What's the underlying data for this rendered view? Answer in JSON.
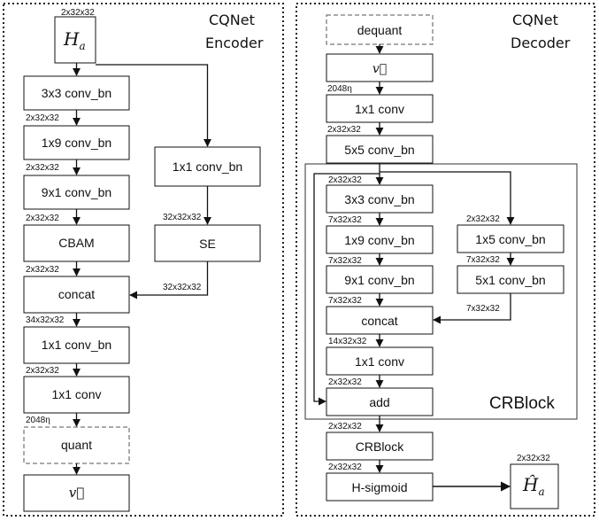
{
  "encoder": {
    "title_line1": "CQNet",
    "title_line2": "Encoder",
    "input": {
      "symbol": "H",
      "subscript": "a",
      "dims": "2x32x32"
    },
    "main_path": [
      {
        "label": "3x3 conv_bn",
        "dims_after": "2x32x32"
      },
      {
        "label": "1x9 conv_bn",
        "dims_after": "2x32x32"
      },
      {
        "label": "9x1 conv_bn",
        "dims_after": "2x32x32"
      },
      {
        "label": "CBAM",
        "dims_after": "2x32x32"
      },
      {
        "label": "concat",
        "dims_after": "34x32x32"
      },
      {
        "label": "1x1 conv_bn",
        "dims_after": "2x32x32"
      },
      {
        "label": "1x1 conv",
        "dims_after": "2048η"
      },
      {
        "label": "quant",
        "dims_after": ""
      }
    ],
    "side_path": [
      {
        "label": "1x1 conv_bn",
        "dims_after": "32x32x32"
      },
      {
        "label": "SE",
        "dims_after": "32x32x32"
      }
    ],
    "output": {
      "symbol": "v⃗"
    }
  },
  "decoder": {
    "title_line1": "CQNet",
    "title_line2": "Decoder",
    "input": {
      "label": "dequant"
    },
    "v_symbol": "v⃗",
    "pre": [
      {
        "label": "1x1 conv",
        "dims_before": "2048η"
      },
      {
        "label": "5x5 conv_bn",
        "dims_before": "2x32x32"
      }
    ],
    "crblock": {
      "title": "CRBlock",
      "left_path": [
        {
          "label": "3x3 conv_bn",
          "dims_before": "2x32x32"
        },
        {
          "label": "1x9 conv_bn",
          "dims_before": "7x32x32"
        },
        {
          "label": "9x1 conv_bn",
          "dims_before": "7x32x32"
        }
      ],
      "right_path": [
        {
          "label": "1x5 conv_bn",
          "dims_before": "2x32x32"
        },
        {
          "label": "5x1 conv_bn",
          "dims_before": "7x32x32"
        }
      ],
      "right_dims_after": "7x32x32",
      "concat": {
        "label": "concat",
        "dims_before": "7x32x32"
      },
      "conv": {
        "label": "1x1 conv",
        "dims_before": "14x32x32"
      },
      "add": {
        "label": "add",
        "dims_before": "2x32x32"
      }
    },
    "post": [
      {
        "label": "CRBlock",
        "dims_before": "2x32x32"
      },
      {
        "label": "H-sigmoid",
        "dims_before": "2x32x32"
      }
    ],
    "output": {
      "symbol": "Ĥ",
      "subscript": "a",
      "dims": "2x32x32"
    }
  }
}
